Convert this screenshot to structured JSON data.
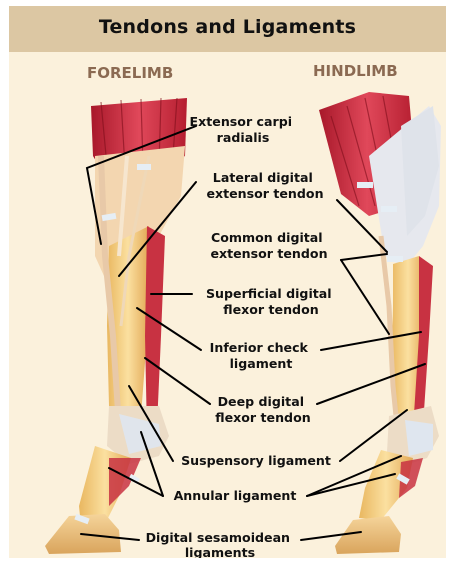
{
  "title": "Tendons and Ligaments",
  "headers": {
    "forelimb": "FORELIMB",
    "hindlimb": "HINDLIMB"
  },
  "labels": {
    "extensor_carpi_radialis": [
      "Extensor carpi",
      "radialis"
    ],
    "lateral_digital_extensor": [
      "Lateral digital",
      "extensor tendon"
    ],
    "common_digital_extensor": [
      "Common digital",
      "extensor tendon"
    ],
    "superficial_digital_flexor": [
      "Superficial digital",
      "flexor tendon"
    ],
    "inferior_check_ligament": [
      "Inferior check",
      "ligament"
    ],
    "deep_digital_flexor": [
      "Deep digital",
      "flexor tendon"
    ],
    "suspensory_ligament": [
      "Suspensory ligament"
    ],
    "annular_ligament": [
      "Annular ligament"
    ],
    "digital_sesamoidean": [
      "Digital sesamoidean",
      "ligaments"
    ]
  },
  "colors": {
    "title_bar": "#dcc7a3",
    "background": "#fbf1dc",
    "bone": "#f0c476",
    "muscle": "#c8323e",
    "tendon": "#e8c9a8"
  }
}
